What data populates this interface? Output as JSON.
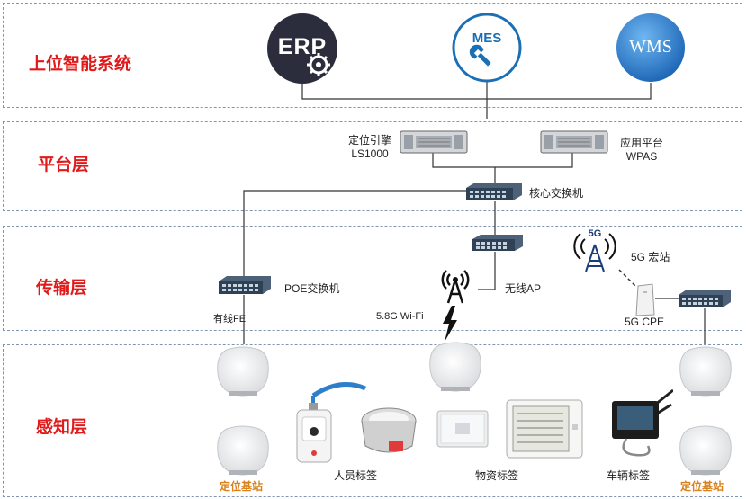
{
  "layers": {
    "top": "上位智能系统",
    "platform": "平台层",
    "transport": "传输层",
    "perception": "感知层"
  },
  "systems": {
    "erp": "ERP",
    "mes": "MES",
    "wms": "WMS"
  },
  "servers": {
    "positioning_line1": "定位引擎",
    "positioning_line2": "LS1000",
    "app_line1": "应用平台",
    "app_line2": "WPAS"
  },
  "network": {
    "core_switch": "核心交换机",
    "poe_switch": "POE交换机",
    "wireless_ap": "无线AP",
    "macro_5g": "5G 宏站",
    "cpe_5g": "5G CPE",
    "wired": "有线FE",
    "wifi": "5.8G Wi-Fi",
    "tower_5g_badge": "5G"
  },
  "tags": {
    "person": "人员标签",
    "material": "物资标签",
    "vehicle": "车辆标签",
    "base_left": "定位基站",
    "base_right": "定位基站"
  },
  "colors": {
    "layer_title": "#e01a1a",
    "border": "#7f95b3",
    "erp_bg": "#2b2d3c",
    "mes_ring": "#1a6fb5",
    "wms_bg": "#2a7fd0",
    "base_label": "#d9821d"
  }
}
